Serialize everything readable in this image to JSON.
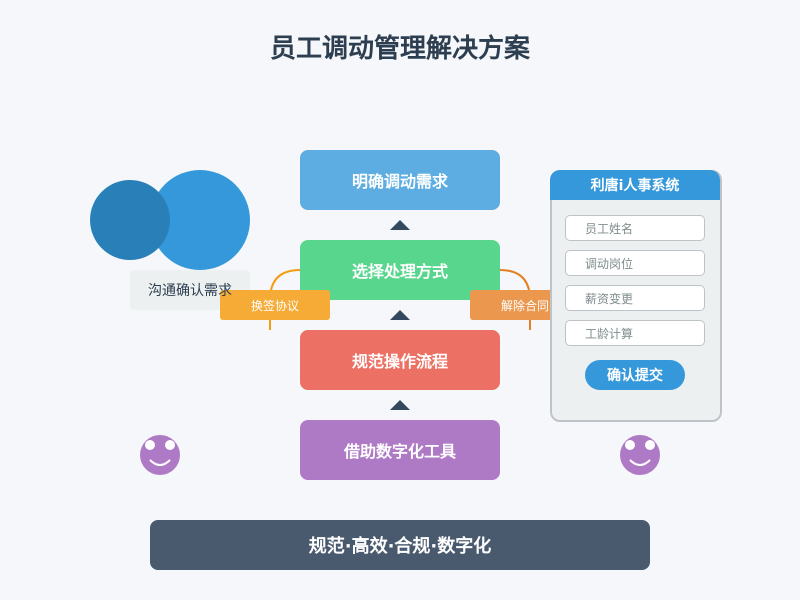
{
  "title": "员工调动管理解决方案",
  "steps": [
    "明确调动需求",
    "选择处理方式",
    "规范操作流程",
    "借助数字化工具"
  ],
  "communication": {
    "label": "沟通确认需求"
  },
  "options": {
    "left": "换签协议",
    "right": "解除合同"
  },
  "system": {
    "title": "利唐i人事系统",
    "fields": [
      "员工姓名",
      "调动岗位",
      "薪资变更",
      "工龄计算"
    ],
    "submit": "确认提交"
  },
  "footer": "规范·高效·合规·数字化",
  "colors": {
    "step1": "#5dade2",
    "step2": "#58d68d",
    "step3": "#ec7063",
    "step4": "#af7ac5",
    "accent": "#3498db",
    "footer": "#4a5a6e",
    "smiley": "#af7ac5"
  },
  "icons": [
    "smiley-face-icon",
    "arrow-up-icon"
  ]
}
